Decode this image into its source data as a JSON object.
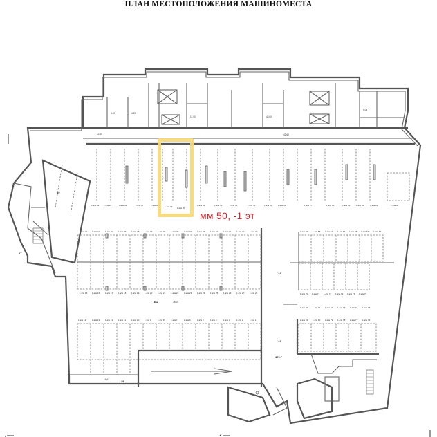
{
  "title": "ПЛАН МЕСТОПОЛОЖЕНИЯ МАШИНОМЕСТА",
  "annotation": {
    "text": "мм 50, -1 эт",
    "color": "#d0282f"
  },
  "highlight": {
    "space": "1 а/м 50",
    "color": "#f7d97a"
  },
  "plan": {
    "floor": "-1",
    "rows": [
      {
        "name": "top-row",
        "spaces": [
          "1 а/м 44",
          "1 а/м 45",
          "1 а/м 46",
          "1 а/м 47",
          "1 а/м 48",
          "1 а/м 49",
          "1 а/м 50",
          "1 а/м 51",
          "1 а/м 52",
          "1 а/м 53",
          "1 а/м 54",
          "1 а/м 55",
          "1 а/м 56",
          "1 а/м 57",
          "1 а/м 58",
          "1 а/м 59",
          "1 а/м 60",
          "1 а/м 61",
          "1 а/м 62"
        ]
      },
      {
        "name": "middle-left-upper",
        "spaces": [
          "1 а/м 42",
          "1 а/м 41",
          "1 а/м 40",
          "1 а/м 39",
          "1 а/м 38",
          "1 а/м 37",
          "1 а/м 36",
          "1 а/м 35",
          "1 а/м 34",
          "1 а/м 33",
          "1 а/м 32",
          "1 а/м 31",
          "1 а/м 30",
          "1 а/м 29"
        ]
      },
      {
        "name": "middle-left-lower",
        "spaces": [
          "1 а/м 15",
          "1 а/м 16",
          "1 а/м 17",
          "1 а/м 18",
          "1 а/м 19",
          "1 а/м 20",
          "1 а/м 21",
          "1 а/м 22",
          "1 а/м 23",
          "1 а/м 24",
          "1 а/м 25",
          "1 а/м 26",
          "1 а/м 27",
          "1 а/м 28"
        ]
      },
      {
        "name": "middle-right-upper",
        "spaces": [
          "1 а/м 69",
          "1 а/м 68",
          "1 а/м 67",
          "1 а/м 66",
          "1 а/м 65",
          "1 а/м 64",
          "1 а/м 63"
        ]
      },
      {
        "name": "middle-right-lower",
        "spaces": [
          "1 а/м 70",
          "1 а/м 71",
          "1 а/м 72",
          "1 а/м 73",
          "1 а/м 74",
          "1 а/м 75"
        ]
      },
      {
        "name": "bottom-left",
        "spaces": [
          "1 а/м 14",
          "1 а/м 13",
          "1 а/м 12",
          "1 а/м 11",
          "1 а/м 10",
          "1 а/м 9",
          "1 а/м 8",
          "1 а/м 7",
          "1 а/м 6",
          "1 а/м 5",
          "1 а/м 4",
          "1 а/м 3",
          "1 а/м 2",
          "1 а/м 1"
        ]
      },
      {
        "name": "bottom-right",
        "spaces": [
          "1 а/м 81",
          "1 а/м 80",
          "1 а/м 79",
          "1 а/м 78",
          "1 а/м 77",
          "1 а/м 76"
        ]
      }
    ],
    "dimensions": {
      "corridor_top": "42.60",
      "driveway": "7.43",
      "ramp_width": "16.61",
      "main_hall_area": "4727",
      "lane_width": "38.00"
    },
    "icons": [
      "direction-arrow",
      "stair-icon",
      "elevator-icon"
    ]
  }
}
